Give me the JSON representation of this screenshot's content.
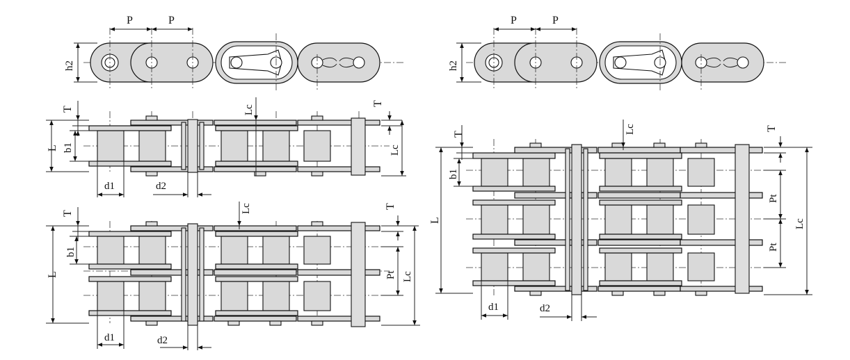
{
  "labels": {
    "p": "P",
    "h2": "h2",
    "t": "T",
    "l": "L",
    "lc": "Lc",
    "b1": "b1",
    "d1": "d1",
    "d2": "d2",
    "pt": "Pt"
  },
  "colors": {
    "part_fill": "#d9d9d9",
    "line": "#111111",
    "background": "#ffffff"
  }
}
